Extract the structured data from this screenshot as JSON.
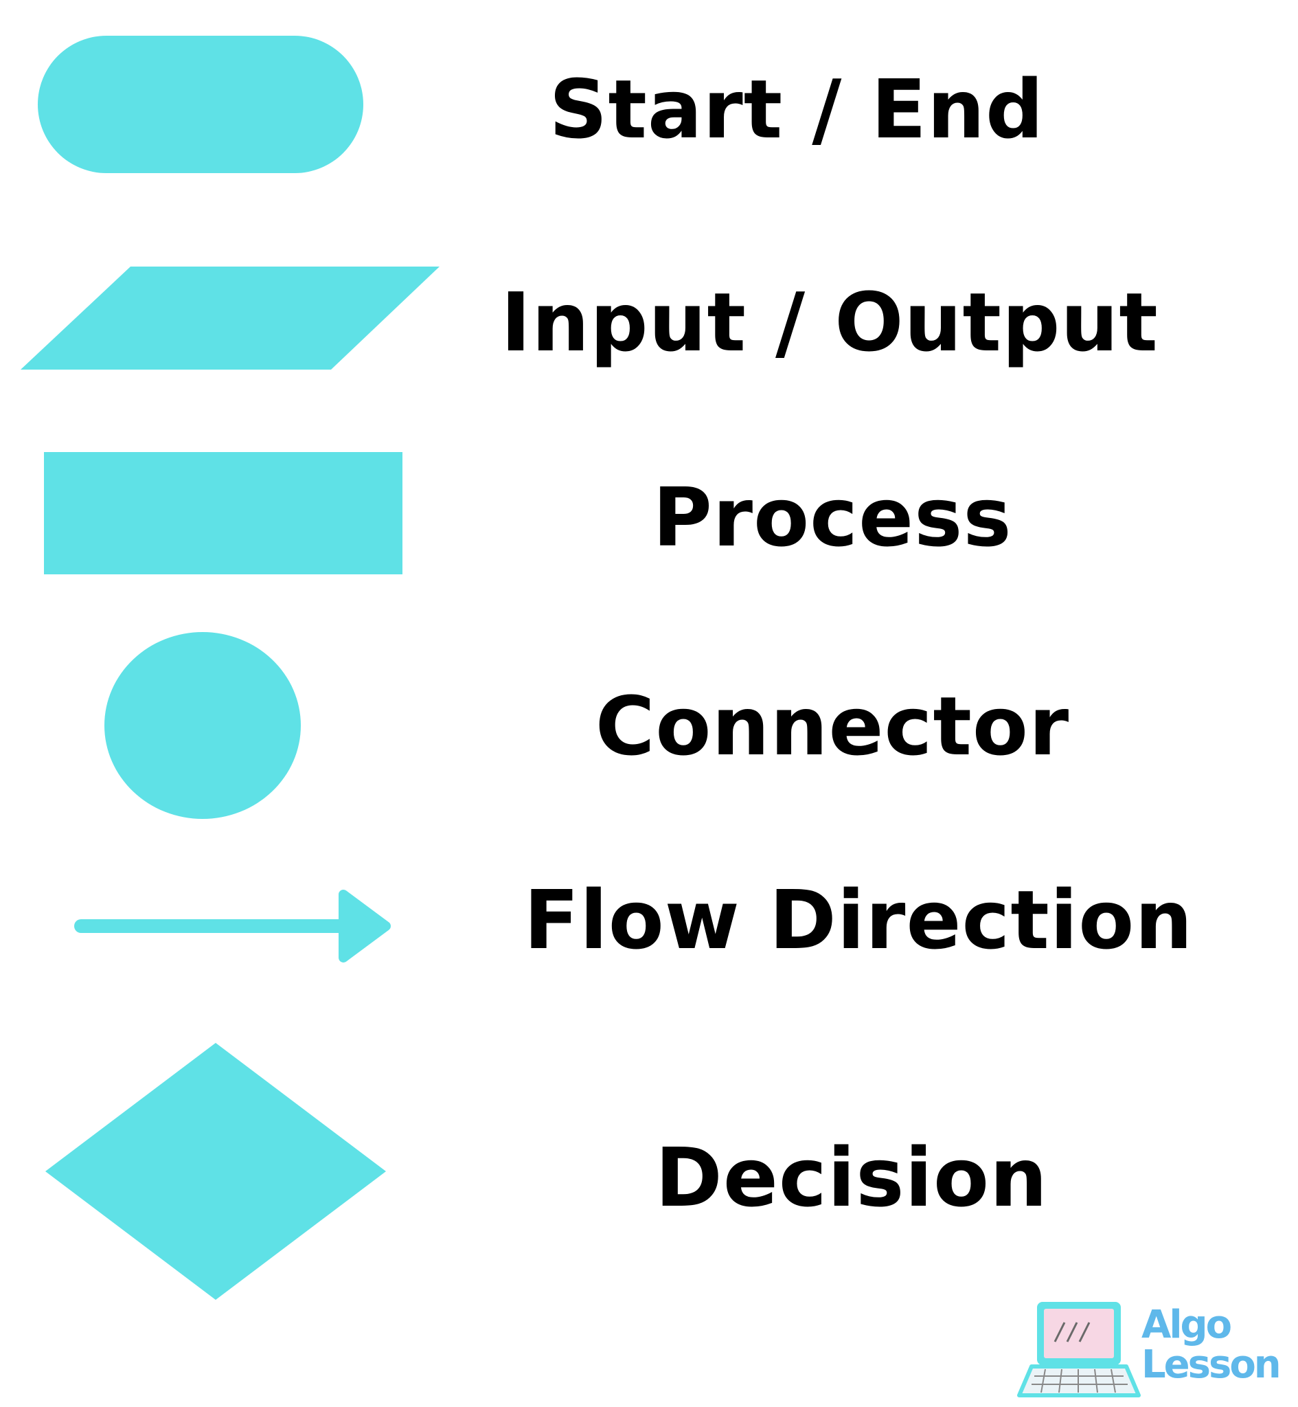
{
  "symbols": [
    {
      "shape": "terminator",
      "label": "Start / End"
    },
    {
      "shape": "parallelogram",
      "label": "Input / Output"
    },
    {
      "shape": "rectangle",
      "label": "Process"
    },
    {
      "shape": "circle",
      "label": "Connector"
    },
    {
      "shape": "arrow",
      "label": "Flow Direction"
    },
    {
      "shape": "diamond",
      "label": "Decision"
    }
  ],
  "colors": {
    "shape_fill": "#5fe1e6",
    "label_text": "#000000",
    "logo_text": "#5fb8ea",
    "background": "#ffffff"
  },
  "logo": {
    "icon": "laptop-icon",
    "line1": "Algo",
    "line2": "Lesson"
  }
}
